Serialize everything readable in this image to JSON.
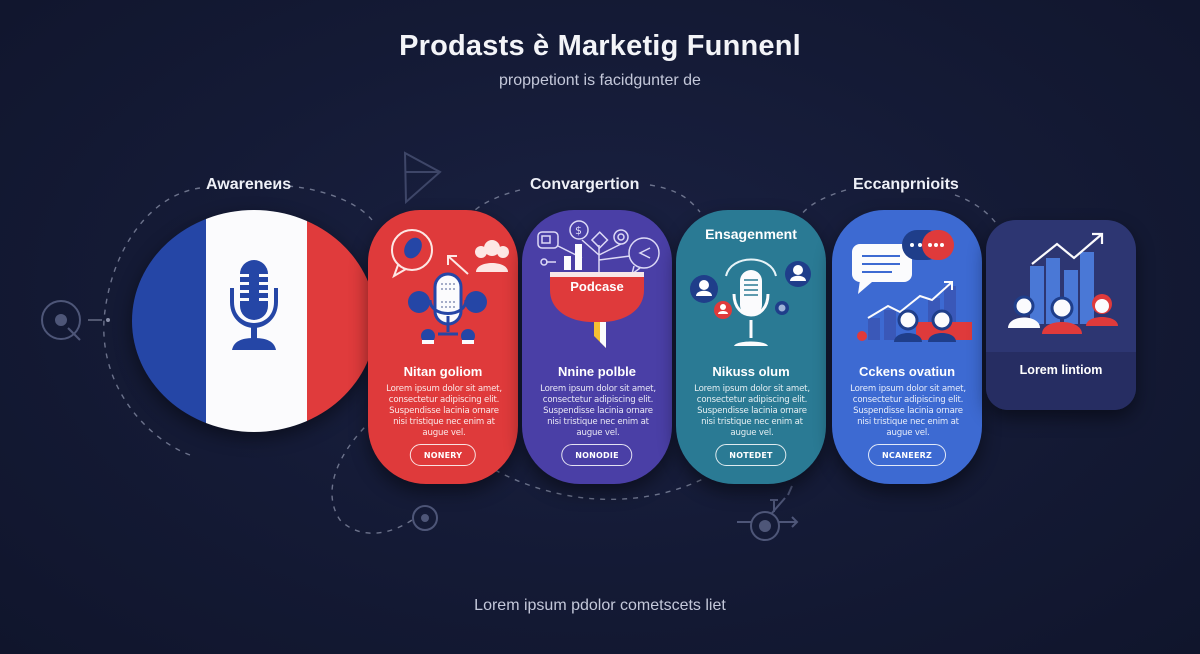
{
  "header": {
    "title": "Prodasts è Marketig Funnenl",
    "subtitle": "proppetiont is facidgunter de"
  },
  "stage_labels": {
    "awareness": "Awareneиs",
    "conversion": "Convargertion",
    "engagement": "Ensagenment",
    "conclusion": "Eccanprnioits"
  },
  "flag_stage": {
    "icon": "microphone-icon",
    "colors": [
      "#2546a6",
      "#fbfbfd",
      "#e03b3c"
    ]
  },
  "cards": [
    {
      "title": "Nitan goliom",
      "body": "Lorem ipsum dolor sit amet, consectetur adipiscing elit. Suspendisse lacinia ornare nisi tristique nec enim at augue vel.",
      "button": "NONERY",
      "color": "#df3a3b",
      "icons": [
        "chat-bubble-icon",
        "arrow-up-icon",
        "group-icon",
        "microphone-icon",
        "speaker-icon",
        "listener-icon"
      ]
    },
    {
      "title": "Nnine polble",
      "body": "Lorem ipsum dolor sit amet, consectetur adipiscing elit. Suspendisse lacinia ornare nisi tristique nec enim at augue vel.",
      "button": "NONODIE",
      "badge": "Podcase",
      "color": "#4a3fa6",
      "icons": [
        "video-icon",
        "dollar-icon",
        "diamond-icon",
        "target-icon",
        "share-icon",
        "bar-chart-icon",
        "funnel-icon"
      ]
    },
    {
      "title": "Nikuss olum",
      "top_label": "Ensagenment",
      "body": "Lorem ipsum dolor sit amet, consectetur adipiscing elit. Suspendisse lacinia ornare nisi tristique nec enim at augue vel.",
      "button": "NOTEDET",
      "color": "#2a7a94",
      "icons": [
        "user-icon",
        "user-icon",
        "user-icon",
        "microphone-icon",
        "brain-icon"
      ]
    },
    {
      "title": "Cckens ovatiun",
      "body": "Lorem ipsum dolor sit amet, consectetur adipiscing elit. Suspendisse lacinia ornare nisi tristique nec enim at augue vel.",
      "button": "NCANEERZ",
      "color": "#3d6ad2",
      "icons": [
        "chat-bubble-icon",
        "typing-bubble-icon",
        "trend-up-icon",
        "team-icon"
      ]
    },
    {
      "title": "Lorem lintiom",
      "color": "#2d3672",
      "icons": [
        "trend-up-icon",
        "bar-chart-icon",
        "team-icon"
      ]
    }
  ],
  "footer": {
    "text": "Lorem ipsum pdolor cometscets liet"
  }
}
